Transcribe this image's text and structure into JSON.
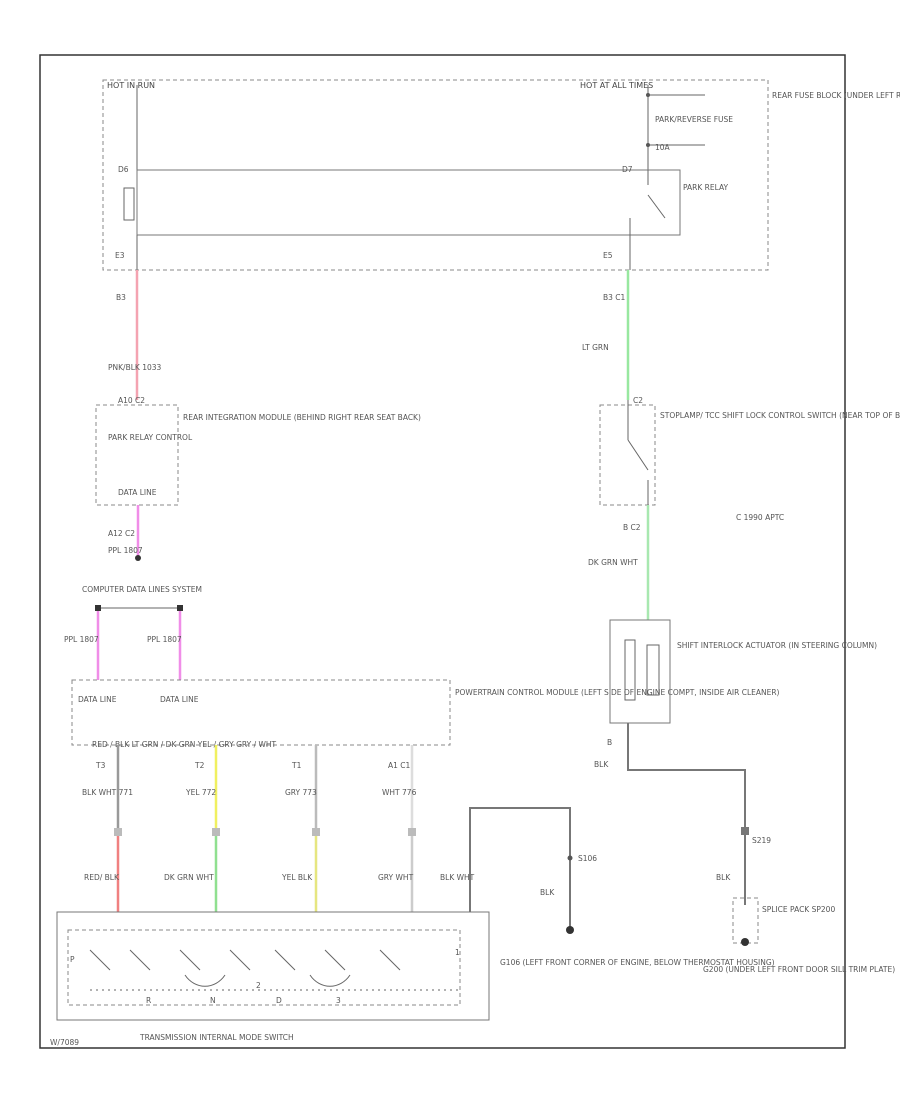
{
  "diagram": {
    "hot_in_run": "HOT IN RUN",
    "hot_at_all_times": "HOT AT ALL TIMES",
    "rear_fuse_block": "REAR FUSE BLOCK (UNDER LEFT REAR SEAT)",
    "park_reverse_fuse": "PARK/REVERSE FUSE",
    "fuse_amps": "10A",
    "park_relay": "PARK RELAY",
    "relay_pin_left": "D6",
    "relay_pin_right": "D7",
    "conn_left": "E3",
    "conn_right": "E5",
    "pin_b3": "B3",
    "pin_b3_c1": "B3 C1",
    "wire_pnk_blk": "PNK/BLK 1033",
    "wire_lt_grn": "LT GRN",
    "rim_pin": "A10 C2",
    "rim_label": "REAR INTEGRATION MODULE (BEHIND RIGHT REAR SEAT BACK)",
    "park_relay_control": "PARK RELAY CONTROL",
    "data_line": "DATA LINE",
    "rim_data_pin": "A12 C2",
    "wire_ppl_1807": "PPL 1807",
    "computer_data_lines": "COMPUTER DATA LINES SYSTEM",
    "stoplamp_pin": "C2",
    "stoplamp_switch": "STOPLAMP/ TCC SHIFT LOCK CONTROL SWITCH (NEAR TOP OF BRAKE PEDAL)",
    "stoplamp_pin2": "B C2",
    "copyright": "C 1990 APTC",
    "wire_dk_grn_wht": "DK GRN WHT",
    "shift_interlock": "SHIFT INTERLOCK ACTUATOR (IN STEERING COLUMN)",
    "pin_b": "B",
    "wire_blk": "BLK",
    "pcm_label": "POWERTRAIN CONTROL MODULE (LEFT SIDE OF ENGINE COMPT, INSIDE AIR CLEANER)",
    "pcm_data_line1": "DATA LINE",
    "pcm_data_line2": "DATA LINE",
    "pcm_signals": "RED / BLK    LT GRN / DK GRN    YEL / GRY    GRY / WHT",
    "pcm_pins": [
      "T3",
      "T2",
      "T1",
      "A1 C1"
    ],
    "pcm_wires_upper": [
      "BLK WHT 771",
      "YEL 772",
      "GRY 773",
      "WHT 776"
    ],
    "pcm_wires_lower": [
      "RED/ BLK",
      "DK GRN WHT",
      "YEL BLK",
      "GRY WHT",
      "BLK WHT"
    ],
    "s106": "S106",
    "g106": "G106 (LEFT FRONT CORNER OF ENGINE, BELOW THERMOSTAT HOUSING)",
    "s219": "S219",
    "splice_pack": "SPLICE PACK SP200",
    "g200": "G200 (UNDER LEFT FRONT DOOR SILL TRIM PLATE)",
    "tr_switch": "TRANSMISSION INTERNAL MODE SWITCH",
    "tr_positions": [
      "P",
      "R",
      "N",
      "D",
      "3",
      "2",
      "1"
    ],
    "figure_id": "W/7089"
  }
}
